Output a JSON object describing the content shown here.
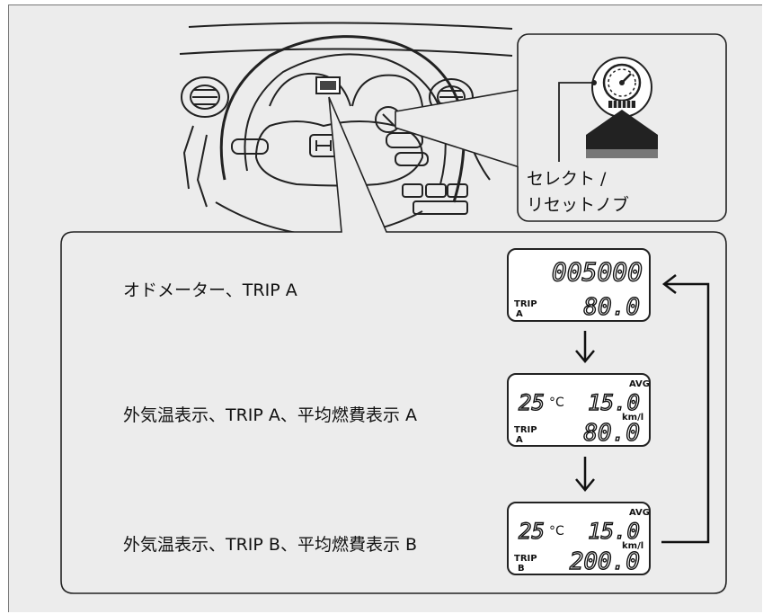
{
  "callout": {
    "line1": "セレクト /",
    "line2": "リセットノブ"
  },
  "modes": [
    {
      "label": "オドメーター、TRIP A",
      "display": {
        "top_value": "005000",
        "trip_label_1": "TRIP",
        "trip_label_2": "A",
        "bottom_value": "80.0"
      }
    },
    {
      "label": "外気温表示、TRIP A、平均燃費表示 A",
      "display": {
        "temp_value": "25",
        "temp_unit": "°C",
        "avg_label": "AVG",
        "avg_value": "15.0",
        "unit_label": "km/l",
        "trip_label_1": "TRIP",
        "trip_label_2": "A",
        "bottom_value": "80.0"
      }
    },
    {
      "label": "外気温表示、TRIP B、平均燃費表示 B",
      "display": {
        "temp_value": "25",
        "temp_unit": "°C",
        "avg_label": "AVG",
        "avg_value": "15.0",
        "unit_label": "km/l",
        "trip_label_1": "TRIP",
        "trip_label_2": "B",
        "bottom_value": "200.0"
      }
    }
  ],
  "colors": {
    "panel": "#ececec",
    "stroke": "#222222",
    "arrow": "#111111"
  }
}
